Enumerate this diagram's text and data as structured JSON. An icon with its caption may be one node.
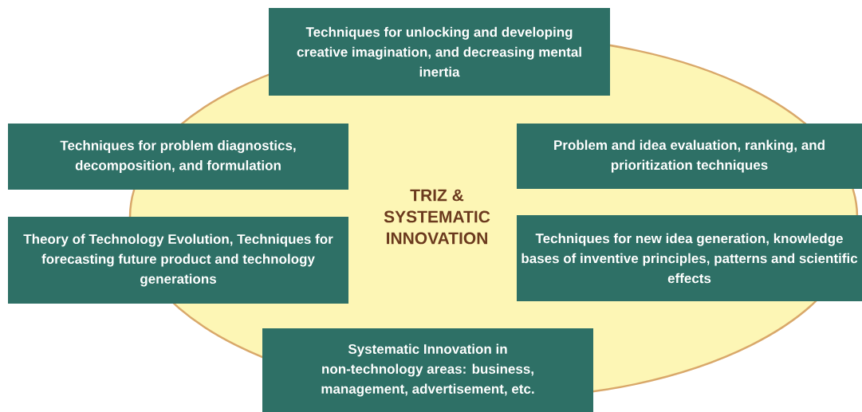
{
  "diagram": {
    "nodes": [
      {
        "text": [
          "TRIZ & SYSTEMATIC INNOVATION"
        ]
      },
      {
        "text": [
          "Techniques for unlocking and developing creative imagination, and decreasing mental inertia"
        ]
      },
      {
        "text": [
          "Techniques for problem diagnostics, decomposition, and formulation"
        ]
      },
      {
        "text": [
          "Problem and idea evaluation, ranking, and prioritization techniques"
        ]
      },
      {
        "text": [
          "Theory of Technology Evolution, Techniques for forecasting future product and technology generations"
        ]
      },
      {
        "text": [
          "Techniques for new idea generation, knowledge bases of inventive principles, patterns and scientific effects"
        ]
      },
      {
        "text": [
          "Systematic Innovation in non-technology areas: business, management, advertisement, etc."
        ]
      }
    ]
  }
}
